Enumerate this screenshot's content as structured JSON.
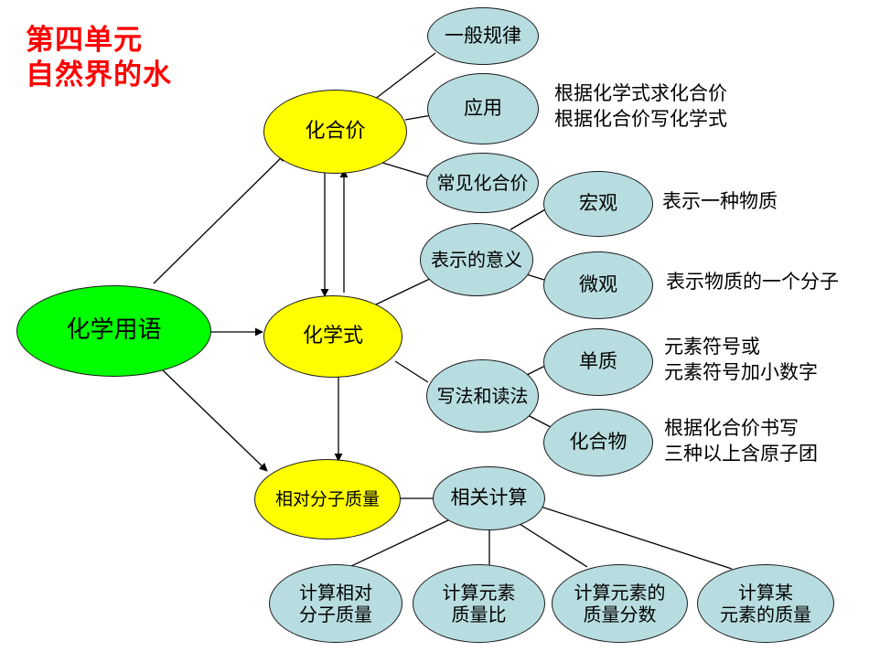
{
  "title": {
    "line1": "第四单元",
    "line2": "自然界的水"
  },
  "nodes": {
    "root": "化学用语",
    "valence": "化合价",
    "formula": "化学式",
    "molmass": "相对分子质量",
    "general_rule": "一般规律",
    "application": "应用",
    "common_valence": "常见化合价",
    "meaning": "表示的意义",
    "macro": "宏观",
    "micro": "微观",
    "writing": "写法和读法",
    "element": "单质",
    "compound": "化合物",
    "calc": "相关计算",
    "calc1": {
      "line1": "计算相对",
      "line2": "分子质量"
    },
    "calc2": {
      "line1": "计算元素",
      "line2": "质量比"
    },
    "calc3": {
      "line1": "计算元素的",
      "line2": "质量分数"
    },
    "calc4": {
      "line1": "计算某",
      "line2": "元素的质量"
    }
  },
  "notes": {
    "application": {
      "line1": "根据化学式求化合价",
      "line2": "根据化合价写化学式"
    },
    "macro": "表示一种物质",
    "micro": "表示物质的一个分子",
    "element": {
      "line1": "元素符号或",
      "line2": "元素符号加小数字"
    },
    "compound": {
      "line1": "根据化合价书写",
      "line2": "三种以上含原子团"
    }
  },
  "colors": {
    "title": "#ff0000",
    "root": "#00ff00",
    "main": "#ffff00",
    "sub": "#b8dde0"
  }
}
